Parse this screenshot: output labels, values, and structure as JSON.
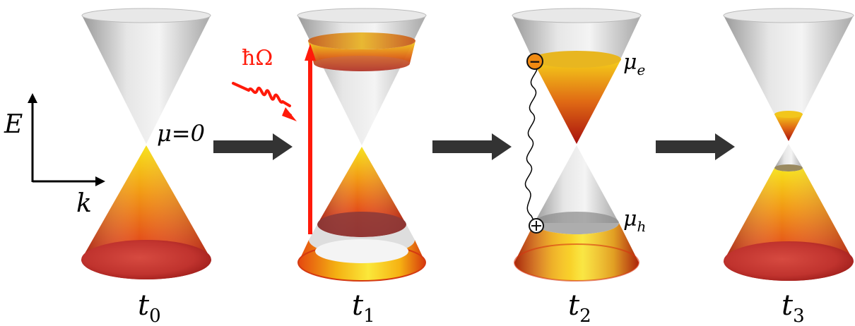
{
  "axes": {
    "energy_label": "E",
    "momentum_label": "k"
  },
  "chemical_potential_label": "μ=0",
  "photon_label": "ħΩ",
  "time_labels": [
    {
      "base": "t",
      "sub": "0"
    },
    {
      "base": "t",
      "sub": "1"
    },
    {
      "base": "t",
      "sub": "2"
    },
    {
      "base": "t",
      "sub": "3"
    }
  ],
  "quasi_fermi_levels": {
    "electron": {
      "base": "μ",
      "sub": "e"
    },
    "hole": {
      "base": "μ",
      "sub": "h"
    }
  },
  "charges": {
    "electron": "−",
    "hole": "+"
  },
  "colors": {
    "cone_gray": "#c8c8c8",
    "fill_yellow": "#f7d417",
    "fill_orange": "#ee7d12",
    "fill_red": "#d21e1c",
    "fill_dark": "#8c0d0d",
    "pump_arrow": "#ff1a0a",
    "process_arrow": "#333333"
  }
}
